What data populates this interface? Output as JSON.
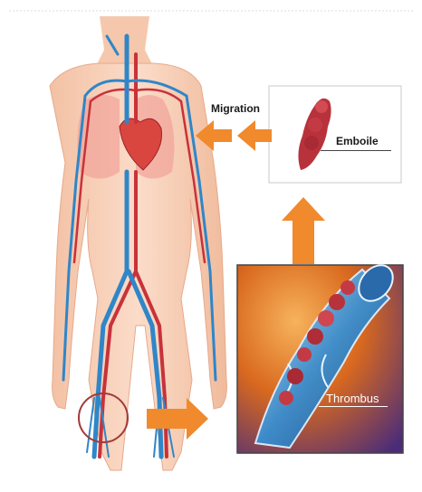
{
  "labels": {
    "migration": "Migration",
    "embolie": "Emboile",
    "thrombus": "Thrombus"
  },
  "colors": {
    "arrow": "#f08a2c",
    "vein": "#2f86c8",
    "artery": "#c8323a",
    "skin": "#f6c9b0",
    "thrombus_bg": "#e0731f",
    "clot": "#b8323c"
  },
  "icons": [
    "human-body-illustration",
    "heart-icon",
    "lungs-icon",
    "blood-clot-icon",
    "vein-cross-section-icon",
    "arrow-icon"
  ]
}
